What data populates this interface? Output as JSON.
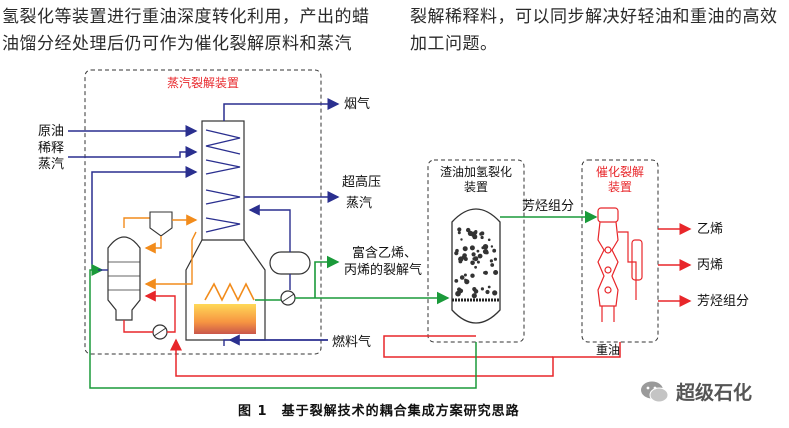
{
  "paragraph": {
    "left_line1": "氢裂化等装置进行重油深度转化利用，产出的蜡",
    "left_line2": "油馏分经处理后仍可作为催化裂解原料和蒸汽",
    "right_line1": "裂解稀释料，可以同步解决好轻油和重油的高效",
    "right_line2": "加工问题。"
  },
  "diagram": {
    "steam_unit_title": "蒸汽裂解装置",
    "hydro_unit_title_1": "渣油加氢裂化",
    "hydro_unit_title_2": "装置",
    "cat_unit_title_1": "催化裂解",
    "cat_unit_title_2": "装置",
    "inputs": {
      "feed": "原油",
      "dilution_1": "稀释",
      "dilution_2": "蒸汽"
    },
    "flue_gas": "烟气",
    "hp_steam_1": "超高压",
    "hp_steam_2": "蒸汽",
    "cracked_gas_1": "富含乙烯、",
    "cracked_gas_2": "丙烯的裂解气",
    "fuel_gas": "燃料气",
    "aromatics_link": "芳烃组分",
    "heavy_oil": "重油",
    "products": {
      "ethylene": "乙烯",
      "propylene": "丙烯",
      "aromatics": "芳烃组分"
    }
  },
  "caption": "图 1　基于裂解技术的耦合集成方案研究思路",
  "watermark": "超级石化",
  "colors": {
    "navy": "#2a2f8f",
    "red": "#e8262a",
    "green": "#1a9a3a",
    "orange": "#f28c1c",
    "unit_title_red": "#e8262a"
  }
}
